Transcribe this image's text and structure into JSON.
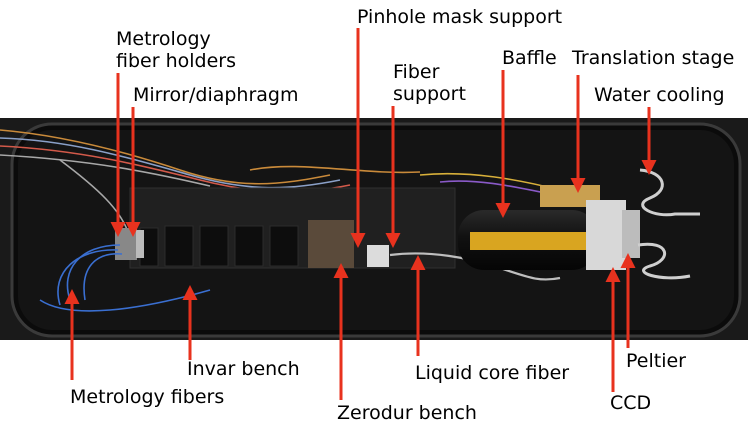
{
  "labels": {
    "metrology_fiber_holders_line1": "Metrology",
    "metrology_fiber_holders_line2": "fiber holders",
    "mirror_diaphragm": "Mirror/diaphragm",
    "pinhole_mask_support": "Pinhole mask support",
    "fiber_support_line1": "Fiber",
    "fiber_support_line2": "support",
    "baffle": "Baffle",
    "translation_stage": "Translation stage",
    "water_cooling": "Water cooling",
    "invar_bench": "Invar bench",
    "metrology_fibers": "Metrology fibers",
    "zerodur_bench": "Zerodur bench",
    "liquid_core_fiber": "Liquid core fiber",
    "peltier": "Peltier",
    "ccd": "CCD"
  },
  "colors": {
    "arrow": "#e8321e",
    "enclosure": "#111111",
    "bench": "#1c1c1c",
    "zerodur": "#5a4a3a",
    "baffle_gold": "#d9a520",
    "fiber_blue": "#3a6fd1",
    "mount_white": "#dcdcdc"
  }
}
